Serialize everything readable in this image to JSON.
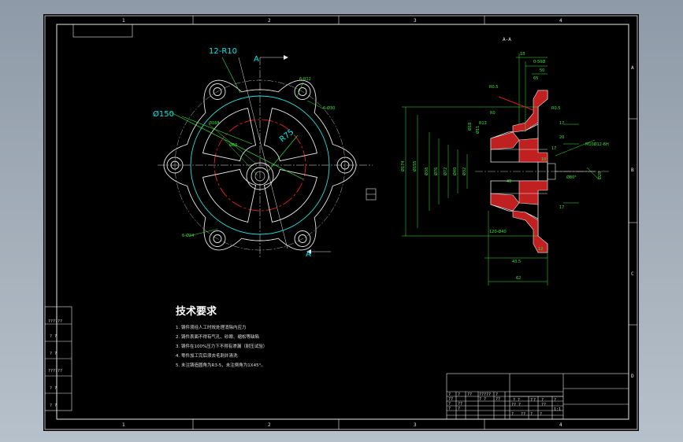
{
  "frame": {
    "top_zones": [
      "1",
      "2",
      "3",
      "4"
    ],
    "bottom_zones": [
      "1",
      "2",
      "3",
      "4"
    ],
    "right_zones": [
      "A",
      "B",
      "C",
      "D"
    ]
  },
  "front_view": {
    "holes_label": "12-R10",
    "dia_label": "Ø150",
    "radius_label": "R75",
    "section_letter_top": "A",
    "section_letter_bottom": "A",
    "small_holes_label": "6-Ø24",
    "hole_label_right_top": "6-R12",
    "hole_label_right": "6-Ø30",
    "inner_circle_label": "Ø168",
    "inner_small_label": "Ø60"
  },
  "section_view": {
    "title": "A-A",
    "top_dims": [
      "18",
      "0-50Ø",
      "50",
      "65"
    ],
    "left_dims": [
      "Ø174",
      "Ø155",
      "Ø38",
      "Ø76",
      "Ø72",
      "Ø40",
      "Ø32"
    ],
    "small_labels": [
      "R0.5",
      "R0.5",
      "R13",
      "R0",
      "Ø18",
      "Ø11"
    ],
    "right_dims": [
      "17",
      "20",
      "17",
      "10",
      "40",
      "17"
    ],
    "thread_label": "M10Ø12-6H",
    "angle_label": "Ø80°",
    "right_dia": "Ø28",
    "bottom_note": "120-Ø40",
    "bottom_dims": [
      "43.5",
      "62"
    ],
    "small_dim": "12"
  },
  "tech_requirements": {
    "heading": "技术要求",
    "items": [
      "1. 铸件须经人工时效处理消除内应力",
      "2. 铸件表面不得有气孔、砂眼、缩松等缺陷",
      "3. 铸件在100%压力下不得有渗漏（耐压试验）",
      "4. 零件加工完后须去毛刺并清洗",
      "5. 未注铸造圆角为R3-5，未注倒角为1X45°。"
    ]
  },
  "left_strip": [
    "??????",
    "?  ?",
    "?  ?",
    "??????",
    "?  ?",
    "?  ?"
  ],
  "title_block": {
    "cells": [
      "?",
      "?",
      "??",
      "?????",
      "?",
      "??",
      "?  ?",
      "??",
      "?",
      "??",
      "? ?",
      "?? ?",
      "?",
      "?",
      "?",
      "?",
      "??",
      "1:1",
      "?",
      "?",
      "?",
      "??",
      "?",
      "?"
    ]
  }
}
